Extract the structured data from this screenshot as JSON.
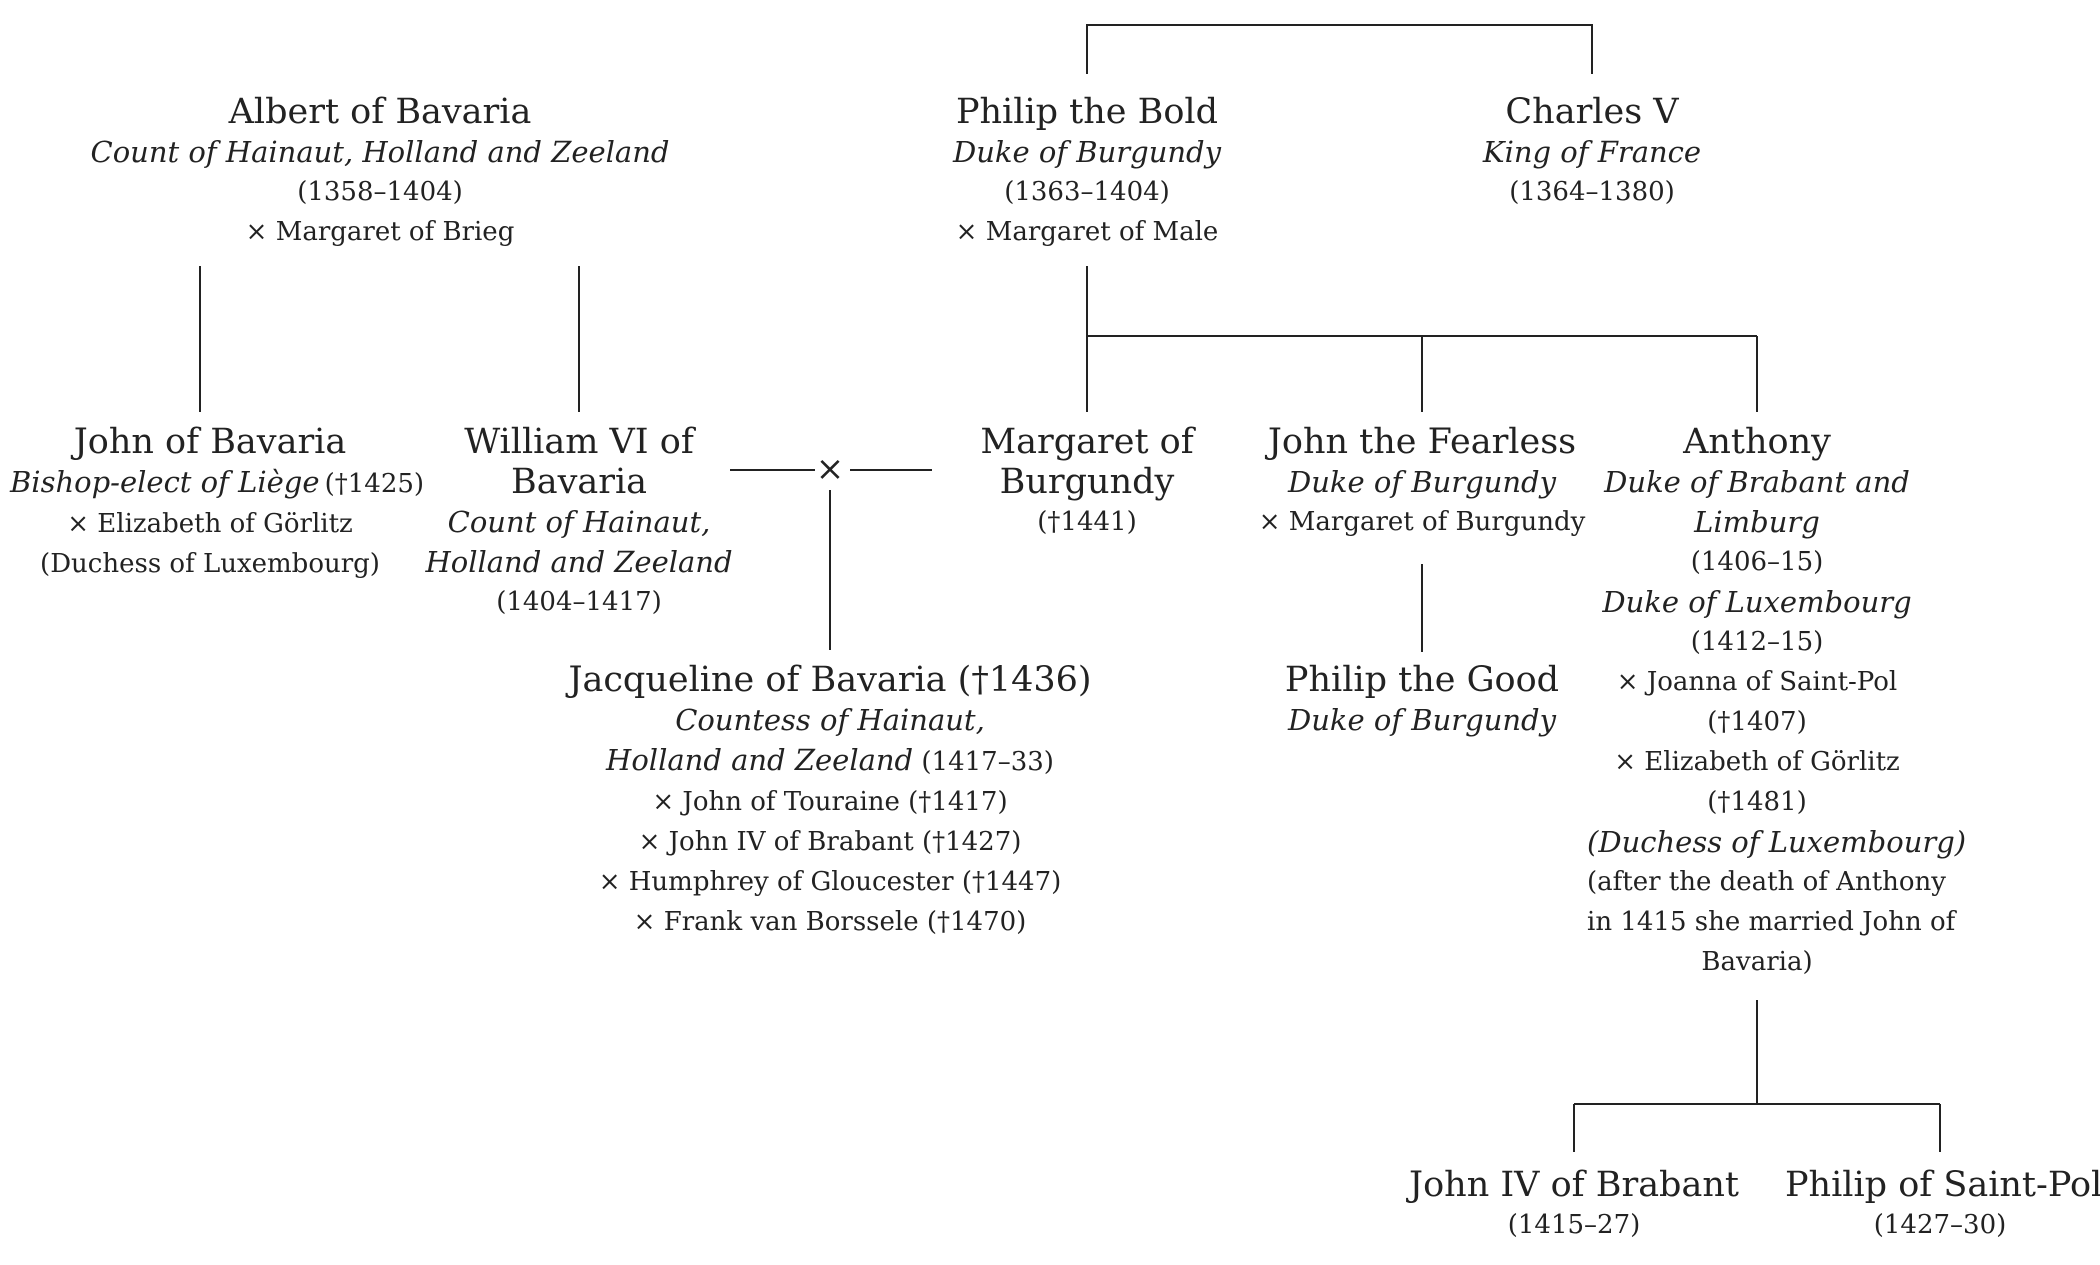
{
  "people": {
    "albert": {
      "name": "Albert of Bavaria",
      "title": "Count of Hainaut, Holland and Zeeland",
      "reign": "(1358–1404)",
      "spouse": "× Margaret of Brieg"
    },
    "philip_bold": {
      "name": "Philip the Bold",
      "title": "Duke of Burgundy",
      "reign": "(1363–1404)",
      "spouse": "× Margaret of Male"
    },
    "charles_v": {
      "name": "Charles V",
      "title": "King of France",
      "reign": "(1364–1380)"
    },
    "john_bavaria": {
      "name": "John of Bavaria",
      "title": "Bishop-elect of Liège",
      "death": "(†1425)",
      "spouse": "× Elizabeth of Görlitz",
      "spouse_title": "(Duchess of Luxembourg)"
    },
    "william_vi": {
      "name_line1": "William VI of",
      "name_line2": "Bavaria",
      "title_line1": "Count of Hainaut,",
      "title_line2": "Holland and Zeeland",
      "reign": "(1404–1417)"
    },
    "margaret_burgundy": {
      "name_line1": "Margaret of",
      "name_line2": "Burgundy",
      "death": "(†1441)"
    },
    "john_fearless": {
      "name": "John the Fearless",
      "title": "Duke of Burgundy",
      "spouse": "× Margaret of Burgundy"
    },
    "anthony": {
      "name": "Anthony",
      "title_line1": "Duke of Brabant and",
      "title_line2": "Limburg",
      "reign1": "(1406–15)",
      "title2": "Duke of Luxembourg",
      "reign2": "(1412–15)",
      "spouse1": "× Joanna of Saint-Pol",
      "spouse1_death": "(†1407)",
      "spouse2": "× Elizabeth of Görlitz",
      "spouse2_death": "(†1481)",
      "spouse2_title": "(Duchess of Luxembourg)",
      "note_line1": "(after the death of Anthony",
      "note_line2": "in 1415 she married John of",
      "note_line3": "Bavaria)"
    },
    "jacqueline": {
      "name": "Jacqueline of Bavaria (†1436)",
      "title_line1": "Countess of Hainaut,",
      "title_line2": "Holland and Zeeland",
      "reign": " (1417–33)",
      "spouse1": "× John of Touraine (†1417)",
      "spouse2": "× John IV of Brabant (†1427)",
      "spouse3": "× Humphrey of Gloucester (†1447)",
      "spouse4": "× Frank van Borssele (†1470)"
    },
    "philip_good": {
      "name": "Philip the Good",
      "title": "Duke of Burgundy"
    },
    "john_iv_brabant": {
      "name": "John IV of Brabant",
      "reign": "(1415–27)"
    },
    "philip_saint_pol": {
      "name": "Philip of Saint-Pol",
      "reign": "(1427–30)"
    }
  },
  "marriage_symbol": "×"
}
